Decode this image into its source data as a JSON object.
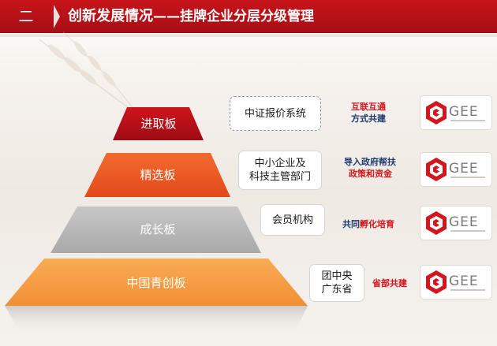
{
  "header": {
    "section_number": "二",
    "title_prefix": "创新发展情况",
    "title_dash": "——",
    "title_suffix": "挂牌企业分层分级管理"
  },
  "colors": {
    "brand_red": "#c8141b",
    "tier_1": "#b9101a",
    "tier_2": "#f15a29",
    "tier_3": "#b8b8b8",
    "tier_4": "#f7a14a"
  },
  "tiers": [
    {
      "label": "进取板",
      "box_lines": [
        "中证报价系统"
      ],
      "note_lines": [
        {
          "text": "互联互通",
          "color": "red"
        },
        {
          "text": "方式共建",
          "color": "navy"
        }
      ]
    },
    {
      "label": "精选板",
      "box_lines": [
        "中小企业及",
        "科技主管部门"
      ],
      "note_lines": [
        {
          "text": "导入政府帮扶",
          "color": "navy"
        },
        {
          "text": "政策和资金",
          "color": "red"
        }
      ]
    },
    {
      "label": "成长板",
      "box_lines": [
        "会员机构"
      ],
      "note_parts": {
        "a": "共同",
        "b": "孵化培育"
      }
    },
    {
      "label": "中国青创板",
      "box_lines": [
        "团中央",
        "广东省"
      ],
      "note_lines": [
        {
          "text": "省部共建",
          "color": "red"
        }
      ]
    }
  ],
  "logo": {
    "icon": "gee-logo-icon",
    "text": "GEE"
  }
}
